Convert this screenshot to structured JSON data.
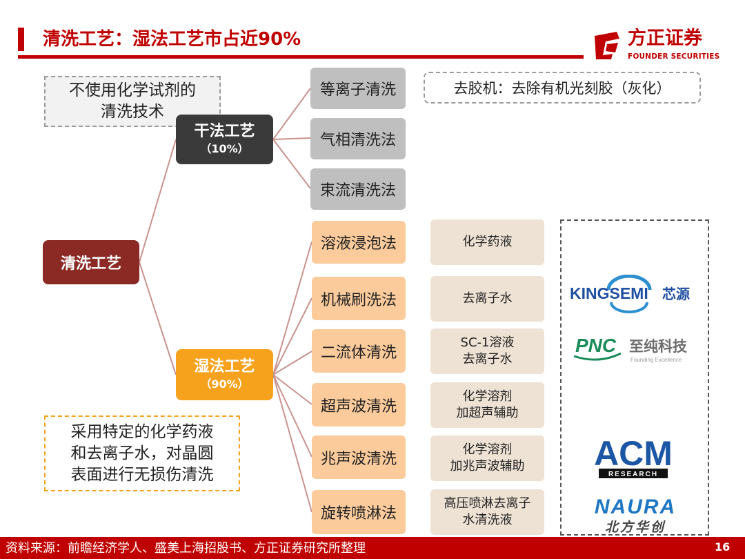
{
  "header": {
    "title": "清洗工艺：湿法工艺市占近90%",
    "brand": {
      "cn": "方正证券",
      "en": "FOUNDER SECURITIES",
      "color": "#c00000"
    }
  },
  "root": {
    "label": "清洗工艺"
  },
  "dry": {
    "name": "干法工艺",
    "share": "（10%）",
    "note": [
      "不使用化学试剂的",
      "清洗技术"
    ],
    "methods": [
      "等离子清洗",
      "气相清洗法",
      "束流清洗法"
    ],
    "aside": "去胶机：去除有机光刻胶（灰化）"
  },
  "wet": {
    "name": "湿法工艺",
    "share": "（90%）",
    "note": [
      "采用特定的化学药液",
      "和去离子水，对晶圆",
      "表面进行无损伤清洗"
    ],
    "methods": [
      {
        "name": "溶液浸泡法",
        "agent": [
          "化学药液"
        ]
      },
      {
        "name": "机械刷洗法",
        "agent": [
          "去离子水"
        ]
      },
      {
        "name": "二流体清洗",
        "agent": [
          "SC-1溶液",
          "去离子水"
        ]
      },
      {
        "name": "超声波清洗",
        "agent": [
          "化学溶剂",
          "加超声辅助"
        ]
      },
      {
        "name": "兆声波清洗",
        "agent": [
          "化学溶剂",
          "加兆声波辅助"
        ]
      },
      {
        "name": "旋转喷淋法",
        "agent": [
          "高压喷淋去离子",
          "水清洗液"
        ]
      }
    ]
  },
  "logos": {
    "kingsemi": {
      "en": "KINGSEMI",
      "cn": "芯源"
    },
    "pnc": {
      "en": "PNC",
      "cn": "至纯科技",
      "sub": "Founding Excellence"
    },
    "acm": {
      "en": "ACM",
      "sub": "RESEARCH"
    },
    "naura": {
      "en": "NAURA",
      "cn": "北方华创"
    }
  },
  "footer": {
    "source": "资料来源：前瞻经济学人、盛美上海招股书、方正证券研究所整理",
    "page": "16"
  },
  "colors": {
    "accent": "#c00000",
    "dry": "#3a3a3a",
    "wet": "#f6a21c",
    "root": "#8b2a25",
    "connector": "#c9928d"
  }
}
